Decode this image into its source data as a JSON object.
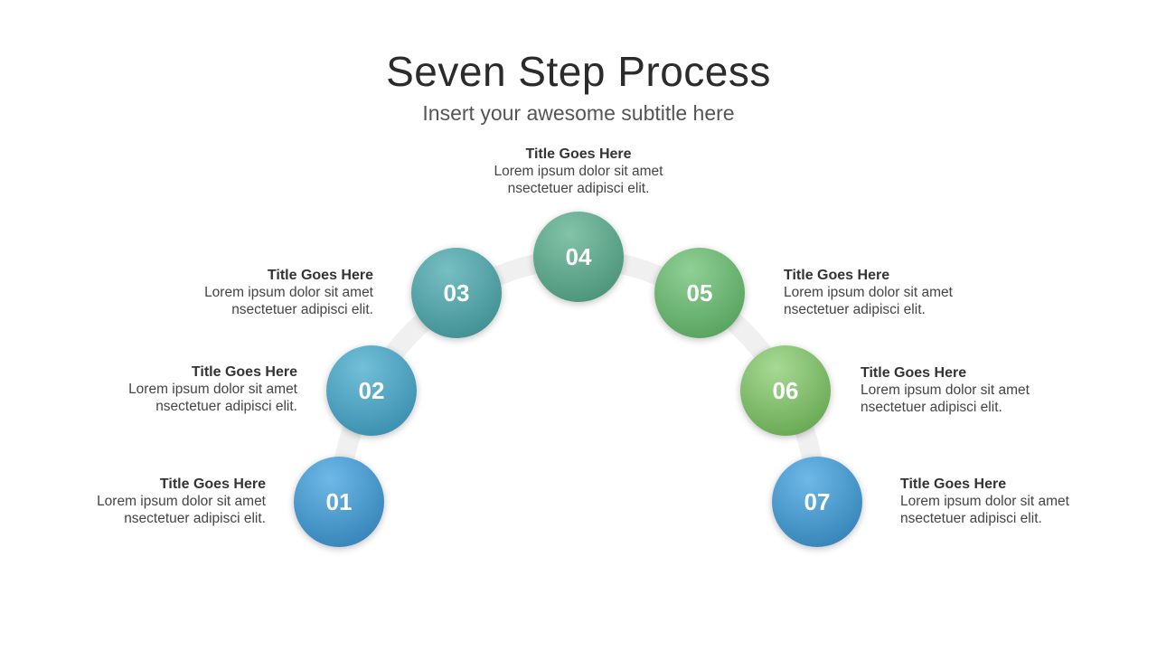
{
  "title": "Seven Step Process",
  "subtitle": "Insert your awesome subtitle here",
  "steps": [
    {
      "num": "01",
      "title": "Title  Goes Here",
      "line1": "Lorem ipsum dolor sit amet",
      "line2": "nsectetuer adipisci elit.",
      "color_light": "#6db8e6",
      "color_dark": "#2a79b0"
    },
    {
      "num": "02",
      "title": "Title  Goes Here",
      "line1": "Lorem ipsum dolor sit amet",
      "line2": "nsectetuer adipisci elit.",
      "color_light": "#72bfd8",
      "color_dark": "#2f86a7"
    },
    {
      "num": "03",
      "title": "Title  Goes Here",
      "line1": "Lorem ipsum dolor sit amet",
      "line2": "nsectetuer adipisci elit.",
      "color_light": "#76bfc3",
      "color_dark": "#36868a"
    },
    {
      "num": "04",
      "title": "Title  Goes Here",
      "line1": "Lorem ipsum dolor sit amet",
      "line2": "nsectetuer adipisci elit.",
      "color_light": "#83c3a8",
      "color_dark": "#3f8a70"
    },
    {
      "num": "05",
      "title": "Title  Goes Here",
      "line1": "Lorem ipsum dolor sit amet",
      "line2": "nsectetuer adipisci elit.",
      "color_light": "#90cf96",
      "color_dark": "#4a9a52"
    },
    {
      "num": "06",
      "title": "Title  Goes Here",
      "line1": "Lorem ipsum dolor sit amet",
      "line2": "nsectetuer adipisci elit.",
      "color_light": "#a7d994",
      "color_dark": "#5a9e45"
    },
    {
      "num": "07",
      "title": "Title  Goes Here",
      "line1": "Lorem ipsum dolor sit amet",
      "line2": "nsectetuer adipisci elit.",
      "color_light": "#6db8e6",
      "color_dark": "#2a79b0"
    }
  ]
}
